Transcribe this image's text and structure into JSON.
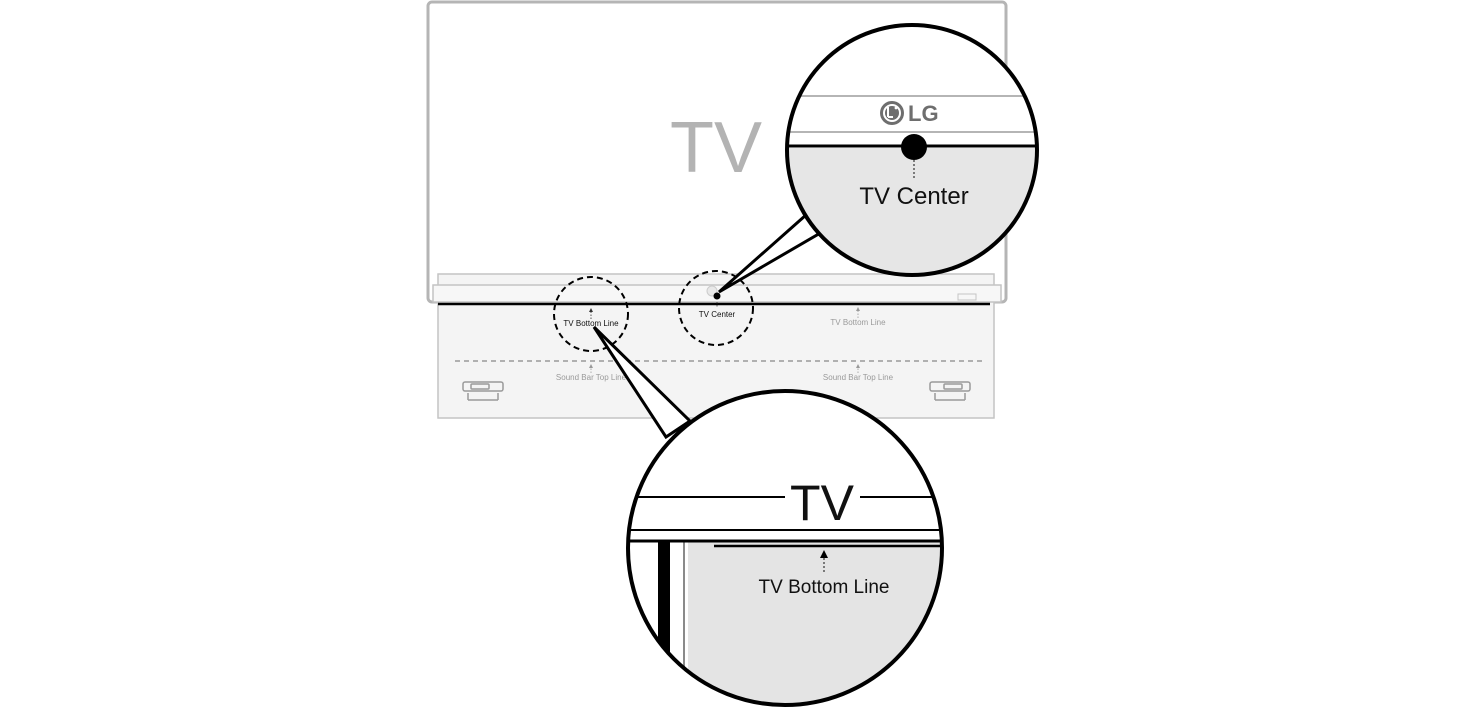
{
  "tv": {
    "label": "TV"
  },
  "main_labels": {
    "tv_bottom_line_left": "TV Bottom Line",
    "tv_center": "TV Center",
    "tv_bottom_line_right": "TV Bottom Line",
    "sound_bar_top_line_left": "Sound Bar Top Line",
    "sound_bar_top_line_right": "Sound Bar Top Line"
  },
  "zoom_center": {
    "logo": "LG",
    "label": "TV Center"
  },
  "zoom_bottom": {
    "tv_label": "TV",
    "label": "TV Bottom Line"
  },
  "colors": {
    "outline": "#000000",
    "gray_line": "#b5b5b5",
    "panel_fill": "#e6e6e6",
    "soundbar_fill": "#f2f2f2"
  }
}
